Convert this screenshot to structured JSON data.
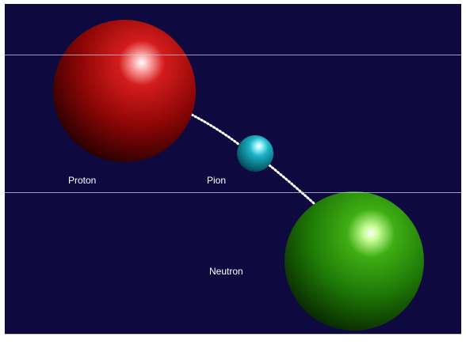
{
  "labels": {
    "proton": "Proton",
    "pion": "Pion",
    "neutron": "Neutron"
  },
  "colors": {
    "background": "#0e0a40",
    "proton": "#b00e0e",
    "pion": "#18a7b8",
    "neutron": "#2e9a0e",
    "connector": "#ffffff"
  },
  "particles": [
    "proton-sphere",
    "pion-sphere",
    "neutron-sphere"
  ]
}
